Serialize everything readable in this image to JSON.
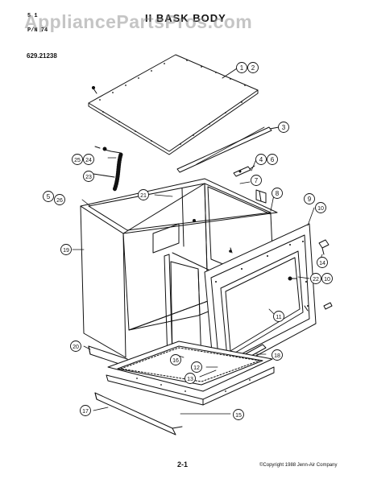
{
  "header": {
    "line1": "5 1",
    "line2": "",
    "part_number": "P/N 74",
    "title": "II  BASK  BODY",
    "model": "629.21238"
  },
  "watermark": "AppliancePartsPros.com",
  "footer": {
    "page": "2-1",
    "copyright": "©Copyright 1988 Jenn-Air Company"
  },
  "callouts": [
    "1",
    "2",
    "3",
    "4",
    "6",
    "7",
    "8",
    "9",
    "10",
    "5",
    "26",
    "25",
    "24",
    "23",
    "21",
    "19",
    "14",
    "22",
    "10",
    "11",
    "16",
    "20",
    "18",
    "12",
    "13",
    "17",
    "15"
  ]
}
